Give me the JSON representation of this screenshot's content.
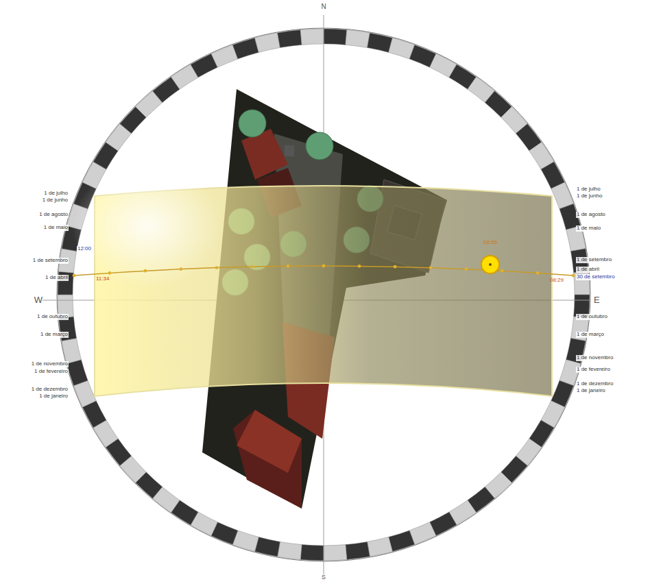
{
  "diagram": {
    "labels": [
      "N",
      "W",
      "E",
      "S",
      "1 de julho",
      "1 de junho",
      "1 de agosto",
      "1 de maio",
      "1 de setembro",
      "1 de abril",
      "1 de outubro",
      "1 de março",
      "1 de novembro",
      "1 de fevereiro",
      "1 de dezembro",
      "1 de janeiro",
      "1 de julho",
      "1 de junho",
      "1 de agosto",
      "1 de maio",
      "1 de setembro",
      "1 de abril",
      "30 de setembro",
      "1 de outubro",
      "1 de março",
      "1 de novembro",
      "1 de fevereiro",
      "1 de dezembro",
      "1 de janeiro",
      "08:55",
      "11:34",
      "08:29",
      "12:00"
    ]
  }
}
